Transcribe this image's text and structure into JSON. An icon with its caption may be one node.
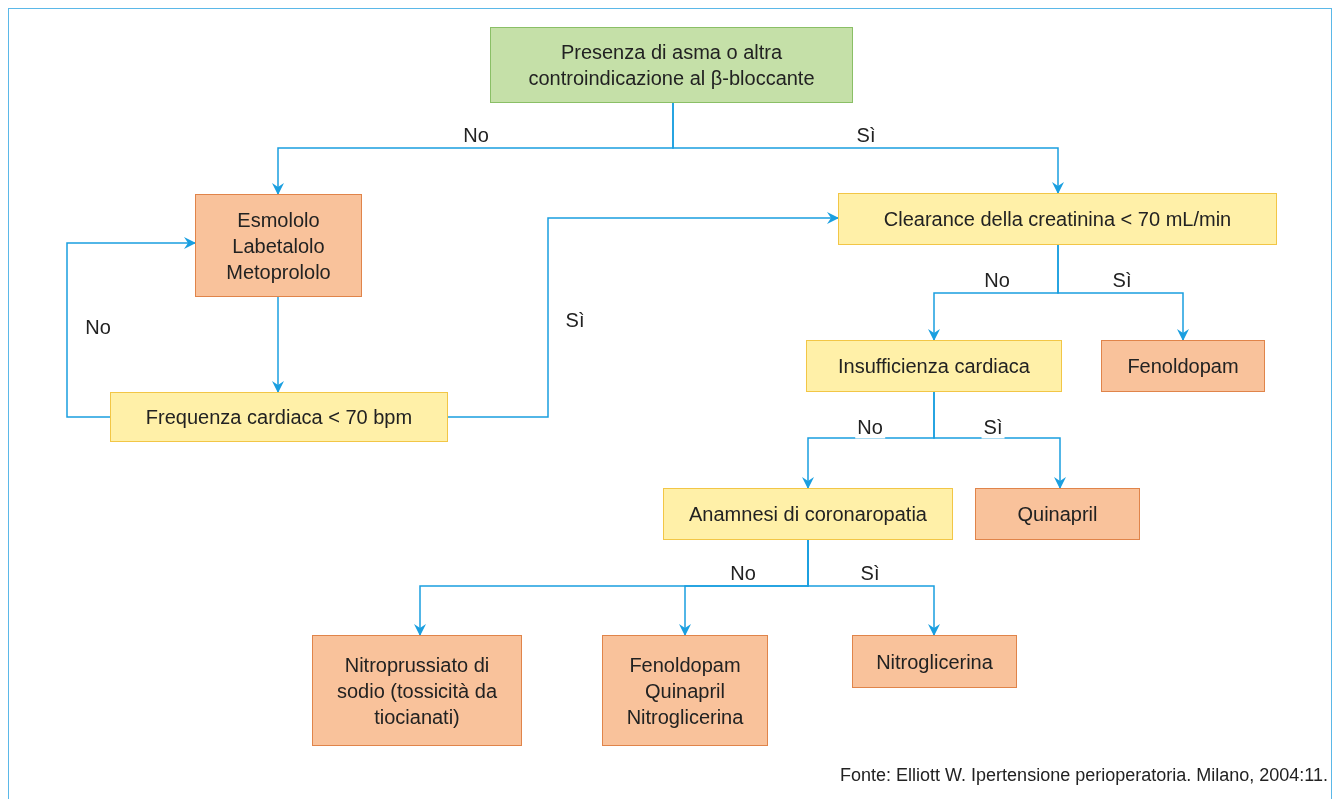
{
  "diagram": {
    "caption": "Fonte: Elliott W. Ipertensione perioperatoria. Milano, 2004:11.",
    "nodes": [
      {
        "text": [
          "Presenza di asma o altra controindicazione al β-bloccante"
        ]
      },
      {
        "text": [
          "Esmololo",
          "Labetalolo",
          "Metoprololo"
        ]
      },
      {
        "text": [
          "Frequenza cardiaca < 70 bpm"
        ]
      },
      {
        "text": [
          "Clearance della creatinina < 70 mL/min"
        ]
      },
      {
        "text": [
          "Insufficienza cardiaca"
        ]
      },
      {
        "text": [
          "Fenoldopam"
        ]
      },
      {
        "text": [
          "Anamnesi di coronaropatia"
        ]
      },
      {
        "text": [
          "Quinapril"
        ]
      },
      {
        "text": [
          "Nitroprussiato di sodio (tossicità da tiocianati)"
        ]
      },
      {
        "text": [
          "Fenoldopam",
          "Quinapril",
          "Nitroglicerina"
        ]
      },
      {
        "text": [
          "Nitroglicerina"
        ]
      }
    ],
    "edges": [
      {
        "from": 0,
        "to": 1,
        "arrow": "to",
        "label": "No"
      },
      {
        "from": 0,
        "to": 3,
        "arrow": "to",
        "label": "Sì"
      },
      {
        "from": 1,
        "to": 2,
        "arrow": "to"
      },
      {
        "from": 2,
        "to": 1,
        "arrow": "to",
        "label": "No"
      },
      {
        "from": 2,
        "to": 3,
        "arrow": "to",
        "label": "Sì"
      },
      {
        "from": 3,
        "to": 4,
        "arrow": "to",
        "label": "No"
      },
      {
        "from": 3,
        "to": 5,
        "arrow": "to",
        "label": "Sì"
      },
      {
        "from": 4,
        "to": 6,
        "arrow": "to",
        "label": "No"
      },
      {
        "from": 4,
        "to": 7,
        "arrow": "to",
        "label": "Sì"
      },
      {
        "from": 6,
        "to": 8,
        "arrow": "to"
      },
      {
        "from": 6,
        "to": 9,
        "arrow": "to",
        "label": "No"
      },
      {
        "from": 6,
        "to": 10,
        "arrow": "to",
        "label": "Sì"
      }
    ]
  }
}
